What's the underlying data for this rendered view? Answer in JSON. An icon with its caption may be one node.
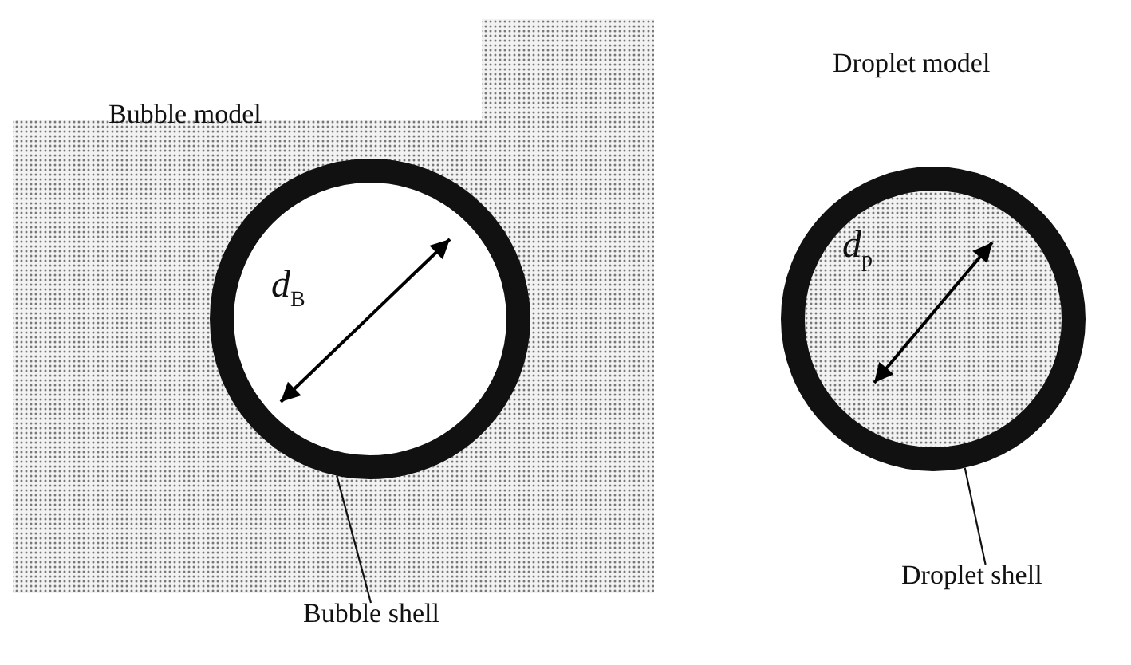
{
  "diagram": {
    "nodes": [
      {
        "text": [],
        "shape": "circle"
      },
      {
        "text": [],
        "shape": "circle"
      },
      {
        "text": [
          "Bubble shell"
        ]
      },
      {
        "text": [
          "Droplet shell"
        ]
      }
    ],
    "edges": [
      {
        "from": 2,
        "to": 0,
        "arrow": "none"
      },
      {
        "from": 3,
        "to": 1,
        "arrow": "none"
      }
    ],
    "labels": [
      "Bubble model",
      "Droplet model",
      "*d*$_{B}$",
      "*d*$_{p}$"
    ]
  }
}
